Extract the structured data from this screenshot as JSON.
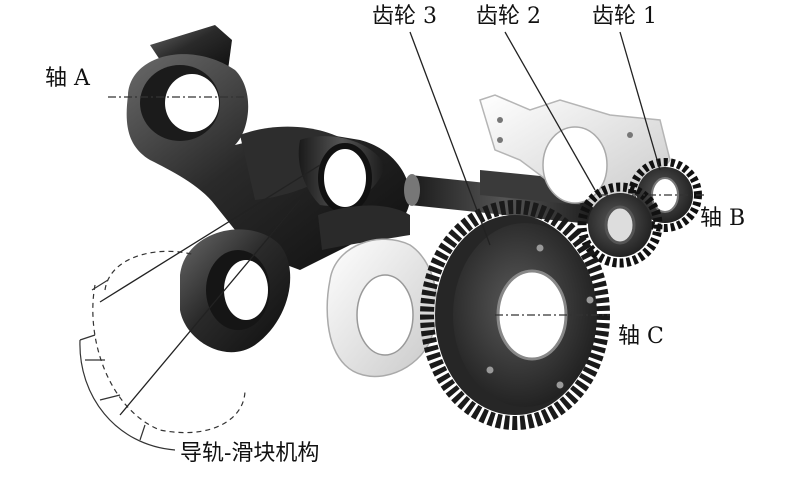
{
  "labels": {
    "gear3": "齿轮 3",
    "gear2": "齿轮 2",
    "gear1": "齿轮 1",
    "shaft_a": "轴 A",
    "shaft_b": "轴 B",
    "shaft_c": "轴 C",
    "guide": "导轨-滑块机构"
  }
}
